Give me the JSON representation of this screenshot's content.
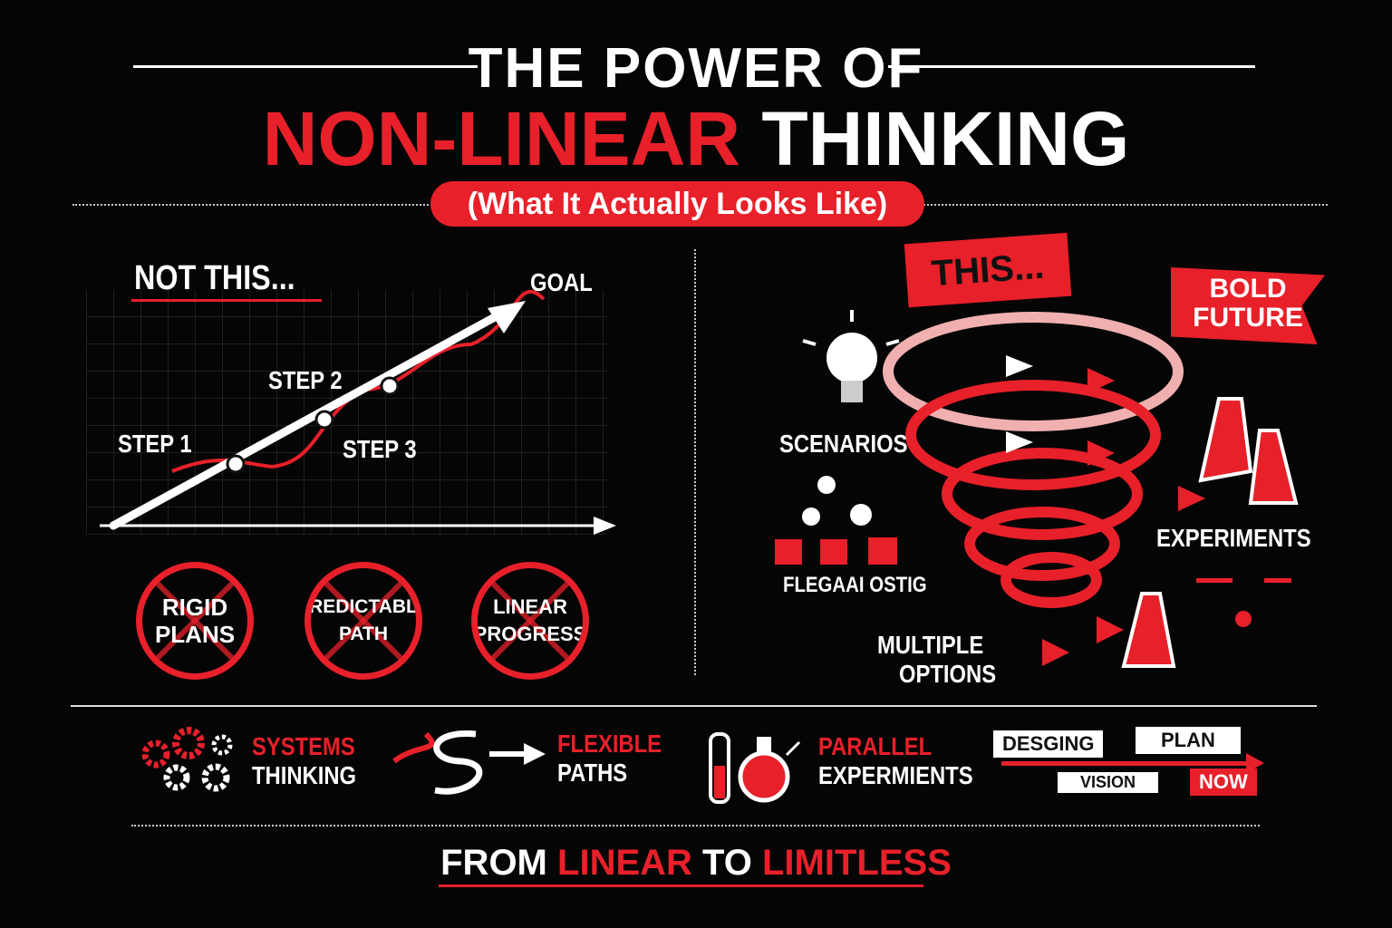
{
  "header": {
    "title_line1": "THE POWER OF",
    "title_red": "NON-LINEAR",
    "title_white": "THINKING",
    "subtitle": "(What It Actually Looks Like)"
  },
  "left": {
    "heading": "NOT THIS...",
    "goal": "GOAL",
    "steps": [
      "STEP 1",
      "STEP 2",
      "STEP 3"
    ],
    "crossed": [
      {
        "l1": "RIGID",
        "l2": "PLANS"
      },
      {
        "l1": "PREDICTABLE",
        "l2": "PATH"
      },
      {
        "l1": "LINEAR",
        "l2": "PROGRESS"
      }
    ]
  },
  "right": {
    "heading": "THIS...",
    "flag": {
      "l1": "BOLD",
      "l2": "FUTURE"
    },
    "scenarios": "SCENARIOS",
    "experiments": "EXPERIMENTS",
    "flegacy": "FLEGAAI OSTIG",
    "multiple": {
      "l1": "MULTIPLE",
      "l2": "OPTIONS"
    }
  },
  "features": [
    {
      "l1": "SYSTEMS",
      "l2": "THINKING",
      "icon": "gears-icon"
    },
    {
      "l1": "FLEXIBLE",
      "l2": "PATHS",
      "icon": "curvy-arrow-icon"
    },
    {
      "l1": "PARALLEL",
      "l2": "EXPERMIENTS",
      "icon": "lab-flask-icon"
    }
  ],
  "timeline": {
    "designing": "DESGING",
    "plan": "PLAN",
    "vision": "VISION",
    "now": "NOW"
  },
  "footer": {
    "w1": "FROM",
    "r1": "LINEAR",
    "w2": "TO",
    "r2": "LIMITLESS"
  },
  "colors": {
    "accent": "#e8202a",
    "bg": "#050505"
  }
}
